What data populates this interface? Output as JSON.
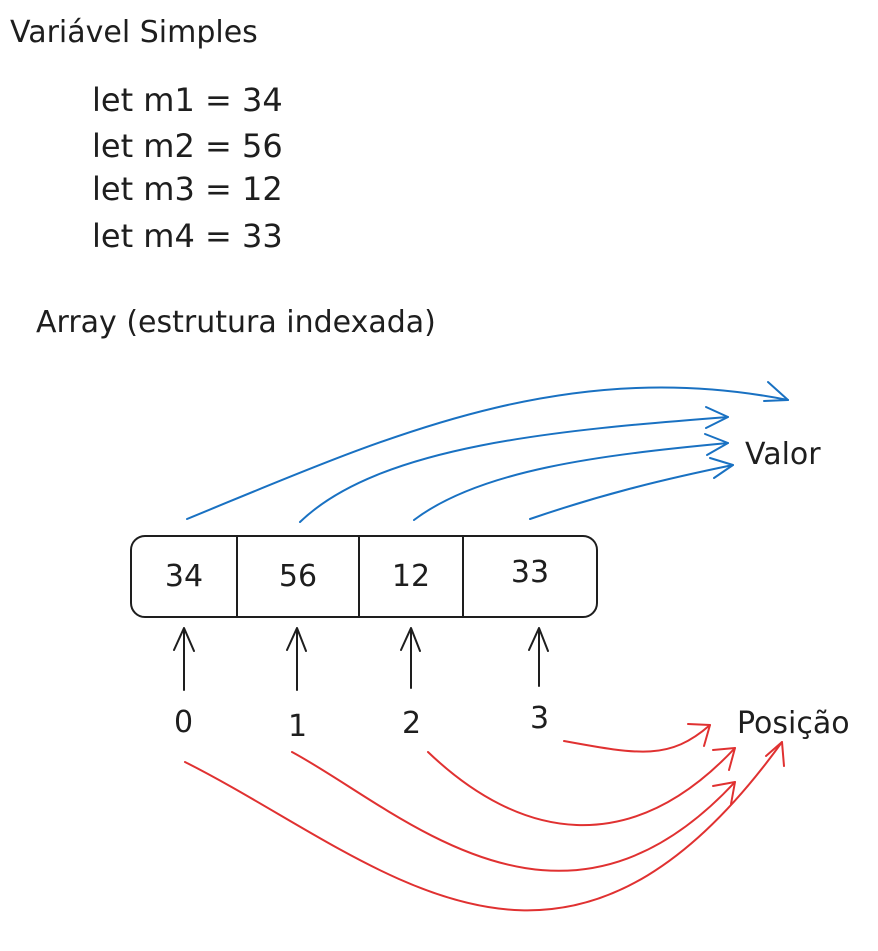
{
  "heading_simple": "Variável Simples",
  "code_lines": [
    "let m1 = 34",
    "let m2 = 56",
    "let m3 = 12",
    "let m4 = 33"
  ],
  "heading_array": "Array (estrutura indexada)",
  "array_values": [
    "34",
    "56",
    "12",
    "33"
  ],
  "indices": [
    "0",
    "1",
    "2",
    "3"
  ],
  "label_value": "Valor",
  "label_position": "Posição",
  "colors": {
    "ink": "#1e1e1e",
    "value_arrows": "#1971c2",
    "position_arrows": "#e03131"
  }
}
